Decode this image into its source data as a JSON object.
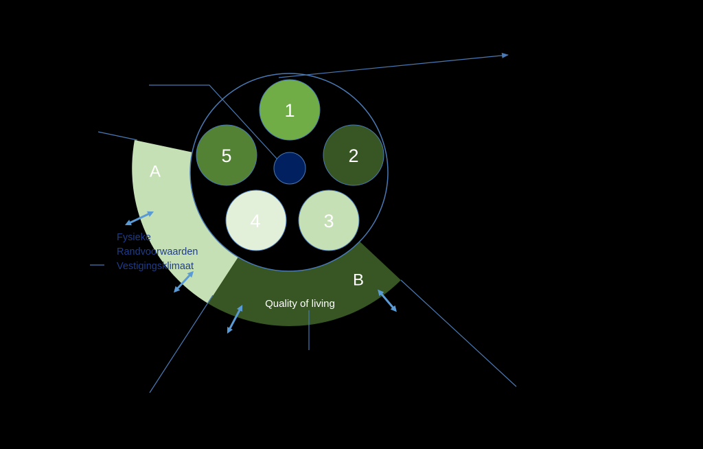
{
  "colors": {
    "background": "#000000",
    "outline": "#4a7ab5",
    "node_1": "#70ad47",
    "node_2": "#375623",
    "node_3": "#c5e0b4",
    "node_4": "#e2f0d9",
    "node_5": "#548235",
    "center_node": "#002060",
    "segment_a": "#c5e0b4",
    "segment_b": "#375623",
    "arrow": "#5b9bd5",
    "side_label_text": "#1f3c88"
  },
  "nodes": [
    {
      "label": "1"
    },
    {
      "label": "2"
    },
    {
      "label": "3"
    },
    {
      "label": "4"
    },
    {
      "label": "5"
    }
  ],
  "segment_a": {
    "letter": "A"
  },
  "segment_b": {
    "letter": "B",
    "caption": "Quality of living"
  },
  "side_labels": {
    "line1": "Fysieke",
    "line2": "Randvoorwaarden",
    "line3": "Vestigingsklimaat"
  }
}
